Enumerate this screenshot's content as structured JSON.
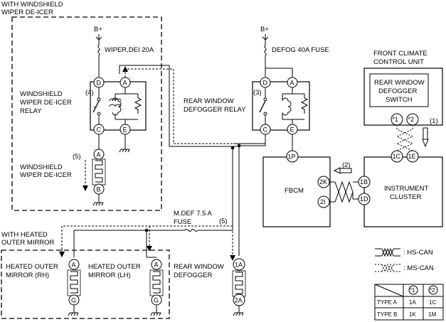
{
  "labels": {
    "with_wiper_deicer_1": "WITH WINDSHIELD",
    "with_wiper_deicer_2": "WIPER DE-ICER",
    "bplus_1": "B+",
    "bplus_2": "B+",
    "wiper_fuse": "WIPER,DEI 20A",
    "defog_fuse": "DEFOG 40A FUSE",
    "fccu_1": "FRONT CLIMATE",
    "fccu_2": "CONTROL UNIT",
    "rwds_1": "REAR WINDOW",
    "rwds_2": "DEFOGGER",
    "rwds_3": "SWITCH",
    "wwdr_1": "WINDSHIELD",
    "wwdr_2": "WIPER DE-ICER",
    "wwdr_3": "RELAY",
    "rwdr_1": "REAR WINDOW",
    "rwdr_2": "DEFOGGER RELAY",
    "wwd_1": "WINDSHIELD",
    "wwd_2": "WIPER DE-ICER",
    "fbcm": "FBCM",
    "ic_1": "INSTRUMENT",
    "ic_2": "CLUSTER",
    "mdef_1": "M.DEF 7.5 A",
    "mdef_2": "FUSE",
    "with_mirror_1": "WITH HEATED",
    "with_mirror_2": "OUTER MIRROR",
    "hom_rh_1": "HEATED OUTER",
    "hom_rh_2": "MIRROR (RH)",
    "hom_lh_1": "HEATED OUTER",
    "hom_lh_2": "MIRROR (LH)",
    "rwd_1": "REAR WINDOW",
    "rwd_2": "DEFOGGER",
    "hs_can": ": HS-CAN",
    "ms_can": ": MS-CAN",
    "n1": "(1)",
    "n2": "(2)",
    "n3": "(3)",
    "n4": "(4)",
    "n5a": "(5)",
    "n5b": "(5)"
  },
  "pins": {
    "D": "D",
    "A": "A",
    "C": "C",
    "E": "E",
    "G": "G",
    "B": "B",
    "p1P": "1P",
    "p2K": "2K",
    "p2I": "2I",
    "p1B": "1B",
    "p1D": "1D",
    "p1C": "1C",
    "p1E": "1E",
    "s1": "*1",
    "s2": "*2",
    "p1A": "1A",
    "p2A": "2A"
  },
  "table": {
    "header_1": "*1",
    "header_2": "*2",
    "rows": [
      {
        "type": "TYPE A",
        "c1": "1A",
        "c2": "1C"
      },
      {
        "type": "TYPE B",
        "c1": "1K",
        "c2": "1M"
      }
    ]
  }
}
